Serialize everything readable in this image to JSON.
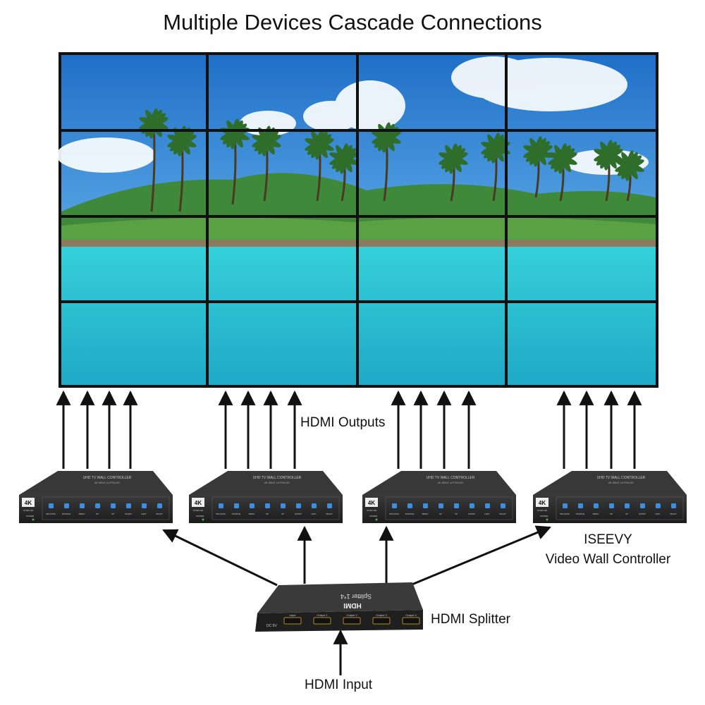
{
  "title": "Multiple Devices Cascade Connections",
  "labels": {
    "hdmi_outputs": "HDMI Outputs",
    "brand": "ISEEVY",
    "controller": "Video Wall Controller",
    "splitter": "HDMI Splitter",
    "input": "HDMI Input"
  },
  "controller_device": {
    "header": "UHD TV WALL CONTROLLER",
    "subheader": "4K 60HZ ULTRA HD",
    "badge": "4K",
    "badge_sub": "ULTRA HD",
    "power": "POWER",
    "buttons": [
      "SPLICING",
      "SOURCE",
      "MENU",
      "OK",
      "UP",
      "DOWN",
      "LEFT",
      "RIGHT"
    ]
  },
  "splitter_device": {
    "logo": "HDMI",
    "model": "Splitter 1*4",
    "ports": [
      "Input",
      "Output 1",
      "Output 2",
      "Output 3",
      "Output 4"
    ],
    "dc": "DC 5V"
  },
  "colors": {
    "sky": "#2f7fd0",
    "sea": "#2ec6d6",
    "device": "#2b2b2b",
    "button": "#3c8fe0"
  }
}
